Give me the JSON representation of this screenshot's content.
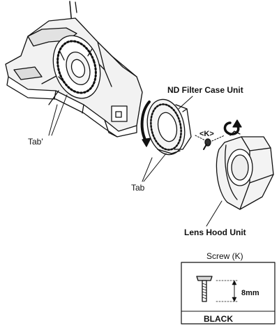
{
  "labels": {
    "nd_filter_case_unit": "ND Filter Case Unit",
    "tab_prime": "Tab'",
    "tab": "Tab",
    "screw_k_marker": "<K>",
    "lens_hood_unit": "Lens Hood Unit",
    "screw_box_title": "Screw (K)",
    "screw_length": "8mm",
    "screw_color": "BLACK"
  },
  "colors": {
    "line": "#111111",
    "fill": "#f2f2f2",
    "shade": "#9a9a9a"
  }
}
